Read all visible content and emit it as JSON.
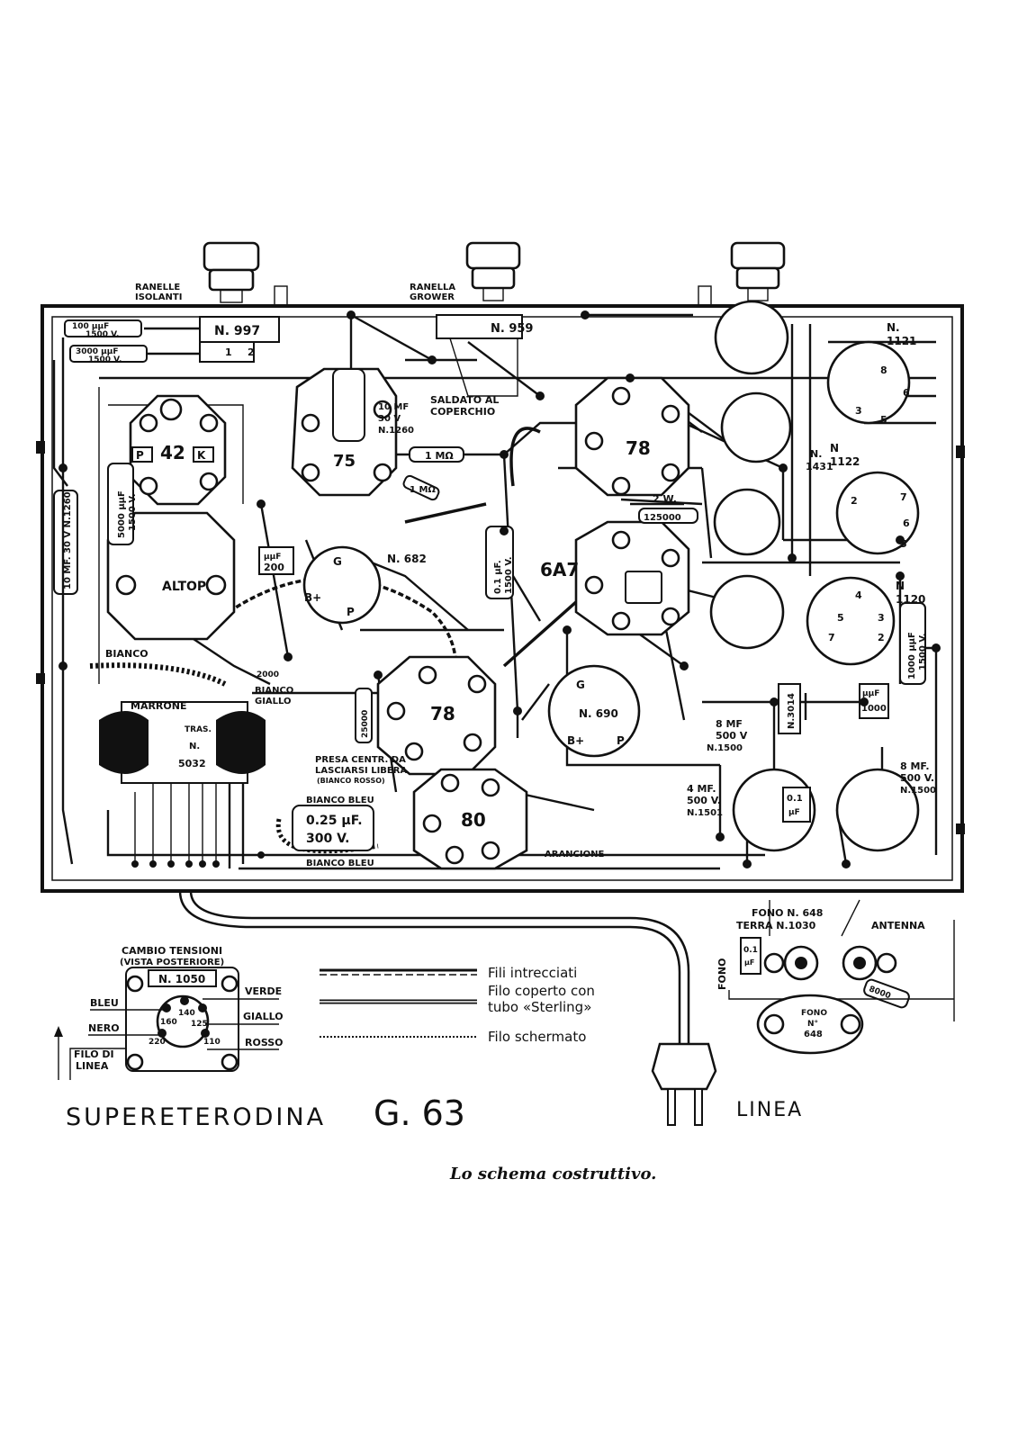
{
  "title": "SUPERETERODINA",
  "model": "G. 63",
  "caption": "Lo schema costruttivo.",
  "top_labels": {
    "ranelle": [
      "RANELLE",
      "ISOLANTI"
    ],
    "grower": [
      "RANELLA",
      "GROWER"
    ],
    "saldato": [
      "SALDATO AL",
      "COPERCHIO"
    ]
  },
  "tubes": {
    "t42": "42",
    "t75": "75",
    "t78a": "78",
    "t78b": "78",
    "t6a7": "6A7",
    "t80": "80"
  },
  "parts": {
    "n997": "N. 997",
    "n959": "N. 959",
    "n1121": [
      "N.",
      "1121"
    ],
    "n1122": [
      "N",
      "1122"
    ],
    "n1120": [
      "N",
      "1120"
    ],
    "n1431": [
      "N.",
      "1431"
    ],
    "n682": "N. 682",
    "n690": "N. 690",
    "n5032": [
      "N.",
      "5032"
    ],
    "n3014": "N.3014",
    "altop": "ALTOP"
  },
  "values": {
    "c100": [
      "100 µµF",
      "1500 V."
    ],
    "c3000": [
      "3000 µµF",
      "1500 V."
    ],
    "c10mf": [
      "10 MF",
      "30 V",
      "N.1260"
    ],
    "c10v": "10 MF. 30 V  N.1260",
    "c5000": [
      "5000 µµF",
      "1500 V."
    ],
    "c200a": [
      "µµF",
      "200"
    ],
    "r1ma": "1 MΩ",
    "r1mb": "1 MΩ",
    "r125000": "125000",
    "r2w": "2 W.",
    "c01": [
      "0.1 µF.",
      "1500 V."
    ],
    "c025": [
      "0.25 µF.",
      "300 V."
    ],
    "c1000": [
      "1000 µµF",
      "1500 V."
    ],
    "c8mf_a": [
      "8 MF",
      "500 V",
      "N.1500"
    ],
    "c8mf_b": [
      "8 MF.",
      "500 V.",
      "N.1500"
    ],
    "c4mf": [
      "4 MF.",
      "500 V.",
      "N.1501"
    ],
    "c01b": [
      "0.1",
      "µF"
    ],
    "c1000b": [
      "µµF",
      "1000"
    ],
    "r2000": "2000",
    "r25000": "25000"
  },
  "wire_labels": {
    "bianco": "BIANCO",
    "marrone": "MARRONE",
    "bianco_giallo": [
      "BIANCO",
      "GIALLO"
    ],
    "bianco_bleu_top": "BIANCO BLEU",
    "bianco_bleu_bot": "BIANCO BLEU",
    "arancione": "ARANCIONE",
    "presa": [
      "PRESA CENTR. DA",
      "LASCIARSI LIBERA",
      "(BIANCO ROSSO)"
    ]
  },
  "bottom_connectors": {
    "fono648": "FONO N. 648",
    "terra": "TERRA N.1030",
    "antenna": "ANTENNA",
    "fono": "FONO",
    "fono_n": [
      "FONO",
      "N°",
      "648"
    ],
    "c01": [
      "0.1",
      "µF"
    ]
  },
  "voltage_changer": {
    "title": [
      "CAMBIO TENSIONI",
      "(VISTA POSTERIORE)"
    ],
    "part": "N. 1050",
    "labels": {
      "bleu": "BLEU",
      "nero": "NERO",
      "verde": "VERDE",
      "giallo": "GIALLO",
      "rosso": "ROSSO",
      "filo": [
        "FILO DI",
        "LINEA"
      ]
    },
    "taps": [
      "160",
      "140",
      "125",
      "220",
      "110"
    ]
  },
  "legend": [
    {
      "label": "Fili intrecciati"
    },
    {
      "label": "Filo coperto con",
      "label2": "tubo «Sterling»"
    },
    {
      "label": "Filo schermato"
    }
  ],
  "linea": "LINEA"
}
